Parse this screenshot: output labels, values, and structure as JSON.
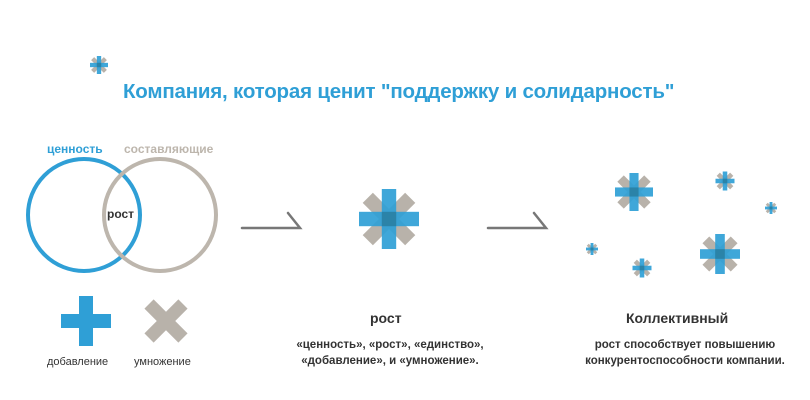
{
  "title": "Компания, которая ценит \"поддержку и солидарность\"",
  "venn": {
    "left_label": "ценность",
    "right_label": "составляющие",
    "center_label": "рост"
  },
  "symbols": {
    "plus_label": "добавление",
    "times_label": "умножение"
  },
  "growth": {
    "heading": "рост",
    "description_line1": "«ценность», «рост», «единство»,",
    "description_line2": "«добавление», и «умножение»."
  },
  "collective": {
    "heading": "Коллективный",
    "description_line1": "рост способствует повышению",
    "description_line2": "конкурентоспособности компании."
  },
  "colors": {
    "blue": "#2f9fd6",
    "gray": "#b8b2aa",
    "overlap": "#2b83a8"
  }
}
